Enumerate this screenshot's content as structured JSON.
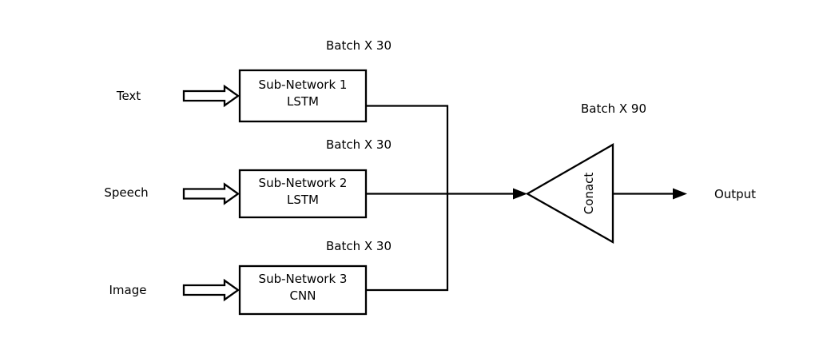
{
  "diagram": {
    "rows": [
      {
        "input_label": "Text",
        "batch_label": "Batch X 30",
        "title": "Sub-Network 1",
        "subtitle": "LSTM"
      },
      {
        "input_label": "Speech",
        "batch_label": "Batch X 30",
        "title": "Sub-Network 2",
        "subtitle": "LSTM"
      },
      {
        "input_label": "Image",
        "batch_label": "Batch X 30",
        "title": "Sub-Network 3",
        "subtitle": "CNN"
      }
    ],
    "merge": {
      "label": "Conact",
      "batch_label": "Batch X 90"
    },
    "output_label": "Output",
    "colors": {
      "line": "#000000",
      "shape_fill": "#ffffff",
      "background": "#ffffff"
    }
  }
}
